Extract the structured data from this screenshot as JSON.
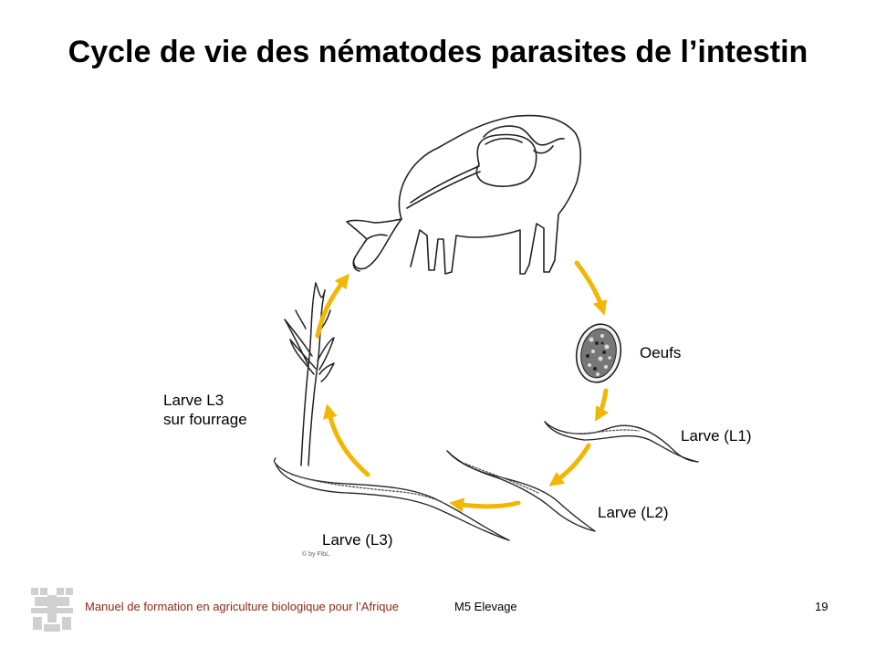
{
  "title": "Cycle de vie des nématodes parasites de l’intestin",
  "labels": {
    "eggs": "Oeufs",
    "l1": "Larve (L1)",
    "l2": "Larve (L2)",
    "l3": "Larve (L3)",
    "l3_forage_line1": "Larve L3",
    "l3_forage_line2": "sur fourrage",
    "copyright": "© by FibL"
  },
  "footer": {
    "manual": "Manuel de formation en agriculture biologique pour l’Afrique",
    "module": "M5 Elevage",
    "page": "19"
  },
  "colors": {
    "arrow": "#f2b705",
    "footer_text": "#8b2a1a",
    "logo": "#d0d0d0"
  },
  "icons": [
    "sheep-illustration",
    "grass-illustration",
    "egg-illustration",
    "larva-illustration",
    "cycle-arrow",
    "fibl-logo"
  ]
}
